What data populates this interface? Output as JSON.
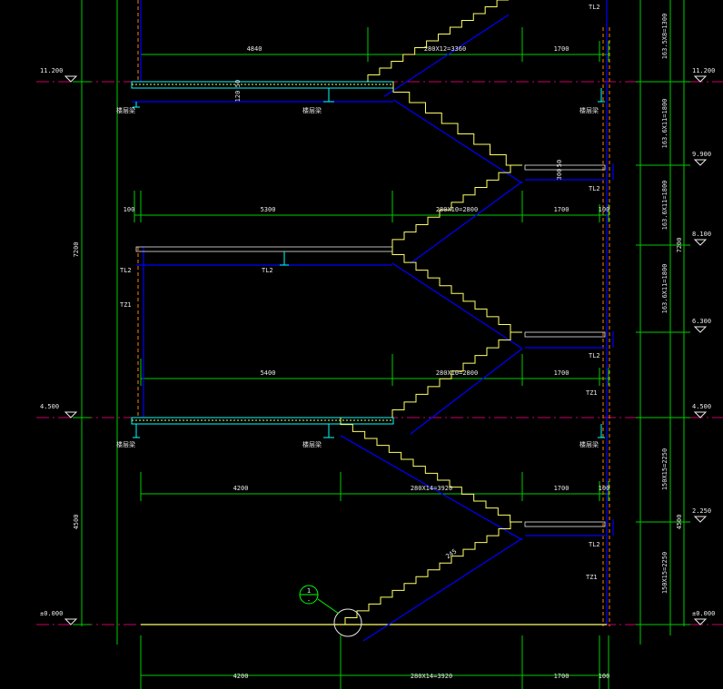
{
  "colors": {
    "background": "#000000",
    "structure": "#0000ff",
    "stair_fill": "#ffff66",
    "dimension": "#00cc00",
    "text": "#e8e8e8",
    "level_line": "#cc0066",
    "column": "#ff8000",
    "slab_hatch": "#00ffff",
    "callout": "#00ff00"
  },
  "levels": {
    "l11200": "11.200",
    "l9900": "9.900",
    "l8100": "8.100",
    "l6300": "6.300",
    "l4500": "4.500",
    "l2250": "2.250",
    "l0000": "±0.000"
  },
  "dims_horizontal": {
    "top_left": "4840",
    "top_mid": "280X12=3360",
    "top_right": "1700",
    "r2_100": "100",
    "r2_left": "5300",
    "r2_mid": "280X10=2800",
    "r2_right": "1700",
    "r2_100b": "100",
    "r3_left": "5400",
    "r3_mid": "280X10=2800",
    "r3_right": "1700",
    "r4_left": "4200",
    "r4_mid": "280X14=3920",
    "r4_right": "1700",
    "r4_100": "100",
    "r5_left": "4200",
    "r5_mid": "280X14=3920",
    "r5_right": "1700",
    "r5_100": "100"
  },
  "dims_vertical": {
    "left_upper": "7200",
    "left_lower": "4500",
    "right_upper": "7200",
    "right_lower": "4500",
    "flight_a": "163.5X8=1300",
    "flight_b": "163.6X11=1800",
    "flight_c": "163.6X11=1800",
    "flight_d": "163.6X11=1800",
    "flight_e": "150X15=2250",
    "flight_f": "150X15=2250"
  },
  "labels": {
    "tl2_a": "TL2",
    "tl2_b": "TL2",
    "tl2_c": "TL2",
    "tl2_d": "TL2",
    "tl2_e": "TL2",
    "tl2_f": "TL2",
    "tz1_a": "TZ1",
    "tz1_b": "TZ1",
    "tz1_c": "TZ1",
    "beam_1": "楼层梁",
    "beam_2": "楼层梁",
    "beam_3": "楼层梁",
    "beam_4": "楼层梁",
    "beam_5": "楼层梁",
    "beam_6": "楼层梁",
    "slab_50": "50",
    "slab_120": "120",
    "slab_300": "300",
    "slab_50b": "50",
    "ramp_245": "245",
    "callout_num": "1",
    "callout_sheet": "-"
  }
}
